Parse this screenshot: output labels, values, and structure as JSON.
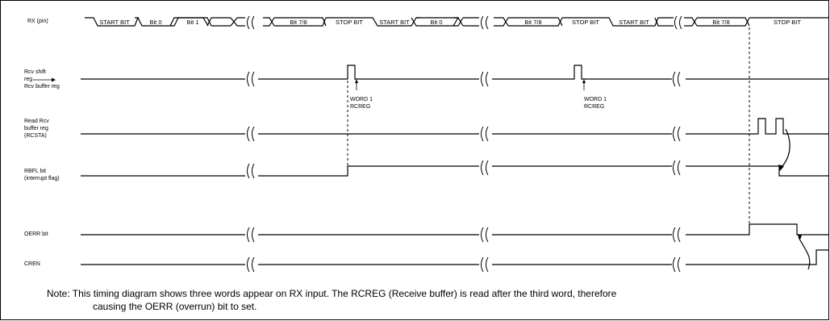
{
  "signals": {
    "rx_pin": "RX (pin)",
    "rcv_shift_1": "Rcv shift",
    "rcv_shift_2": "reg",
    "rcv_shift_3": "Rcv buffer reg",
    "read_rcv_1": "Read Rcv",
    "read_rcv_2": "buffer reg",
    "read_rcv_3": "(RCSTA)",
    "rbfl_1": "RBFL bit",
    "rbfl_2": "(interrupt flag)",
    "oerr": "OERR bit",
    "cren": "CREN"
  },
  "rx_cells": [
    "START BIT",
    "Bit 0",
    "Bit 1",
    "Bit 7/8",
    "STOP BIT",
    "START BIT",
    "Bit 0",
    "Bit 7/8",
    "STOP BIT",
    "START BIT",
    "Bit 7/8",
    "STOP BIT"
  ],
  "annotations": {
    "word1_a": "WORD 1",
    "rcreg_a": "RCREG",
    "word1_b": "WORD 1",
    "rcreg_b": "RCREG"
  },
  "note": {
    "line1": "Note: This timing diagram shows three words appear on RX input.  The RCREG (Receive buffer) is read after the third word, therefore",
    "line2": "causing the OERR (overrun) bit to set."
  }
}
